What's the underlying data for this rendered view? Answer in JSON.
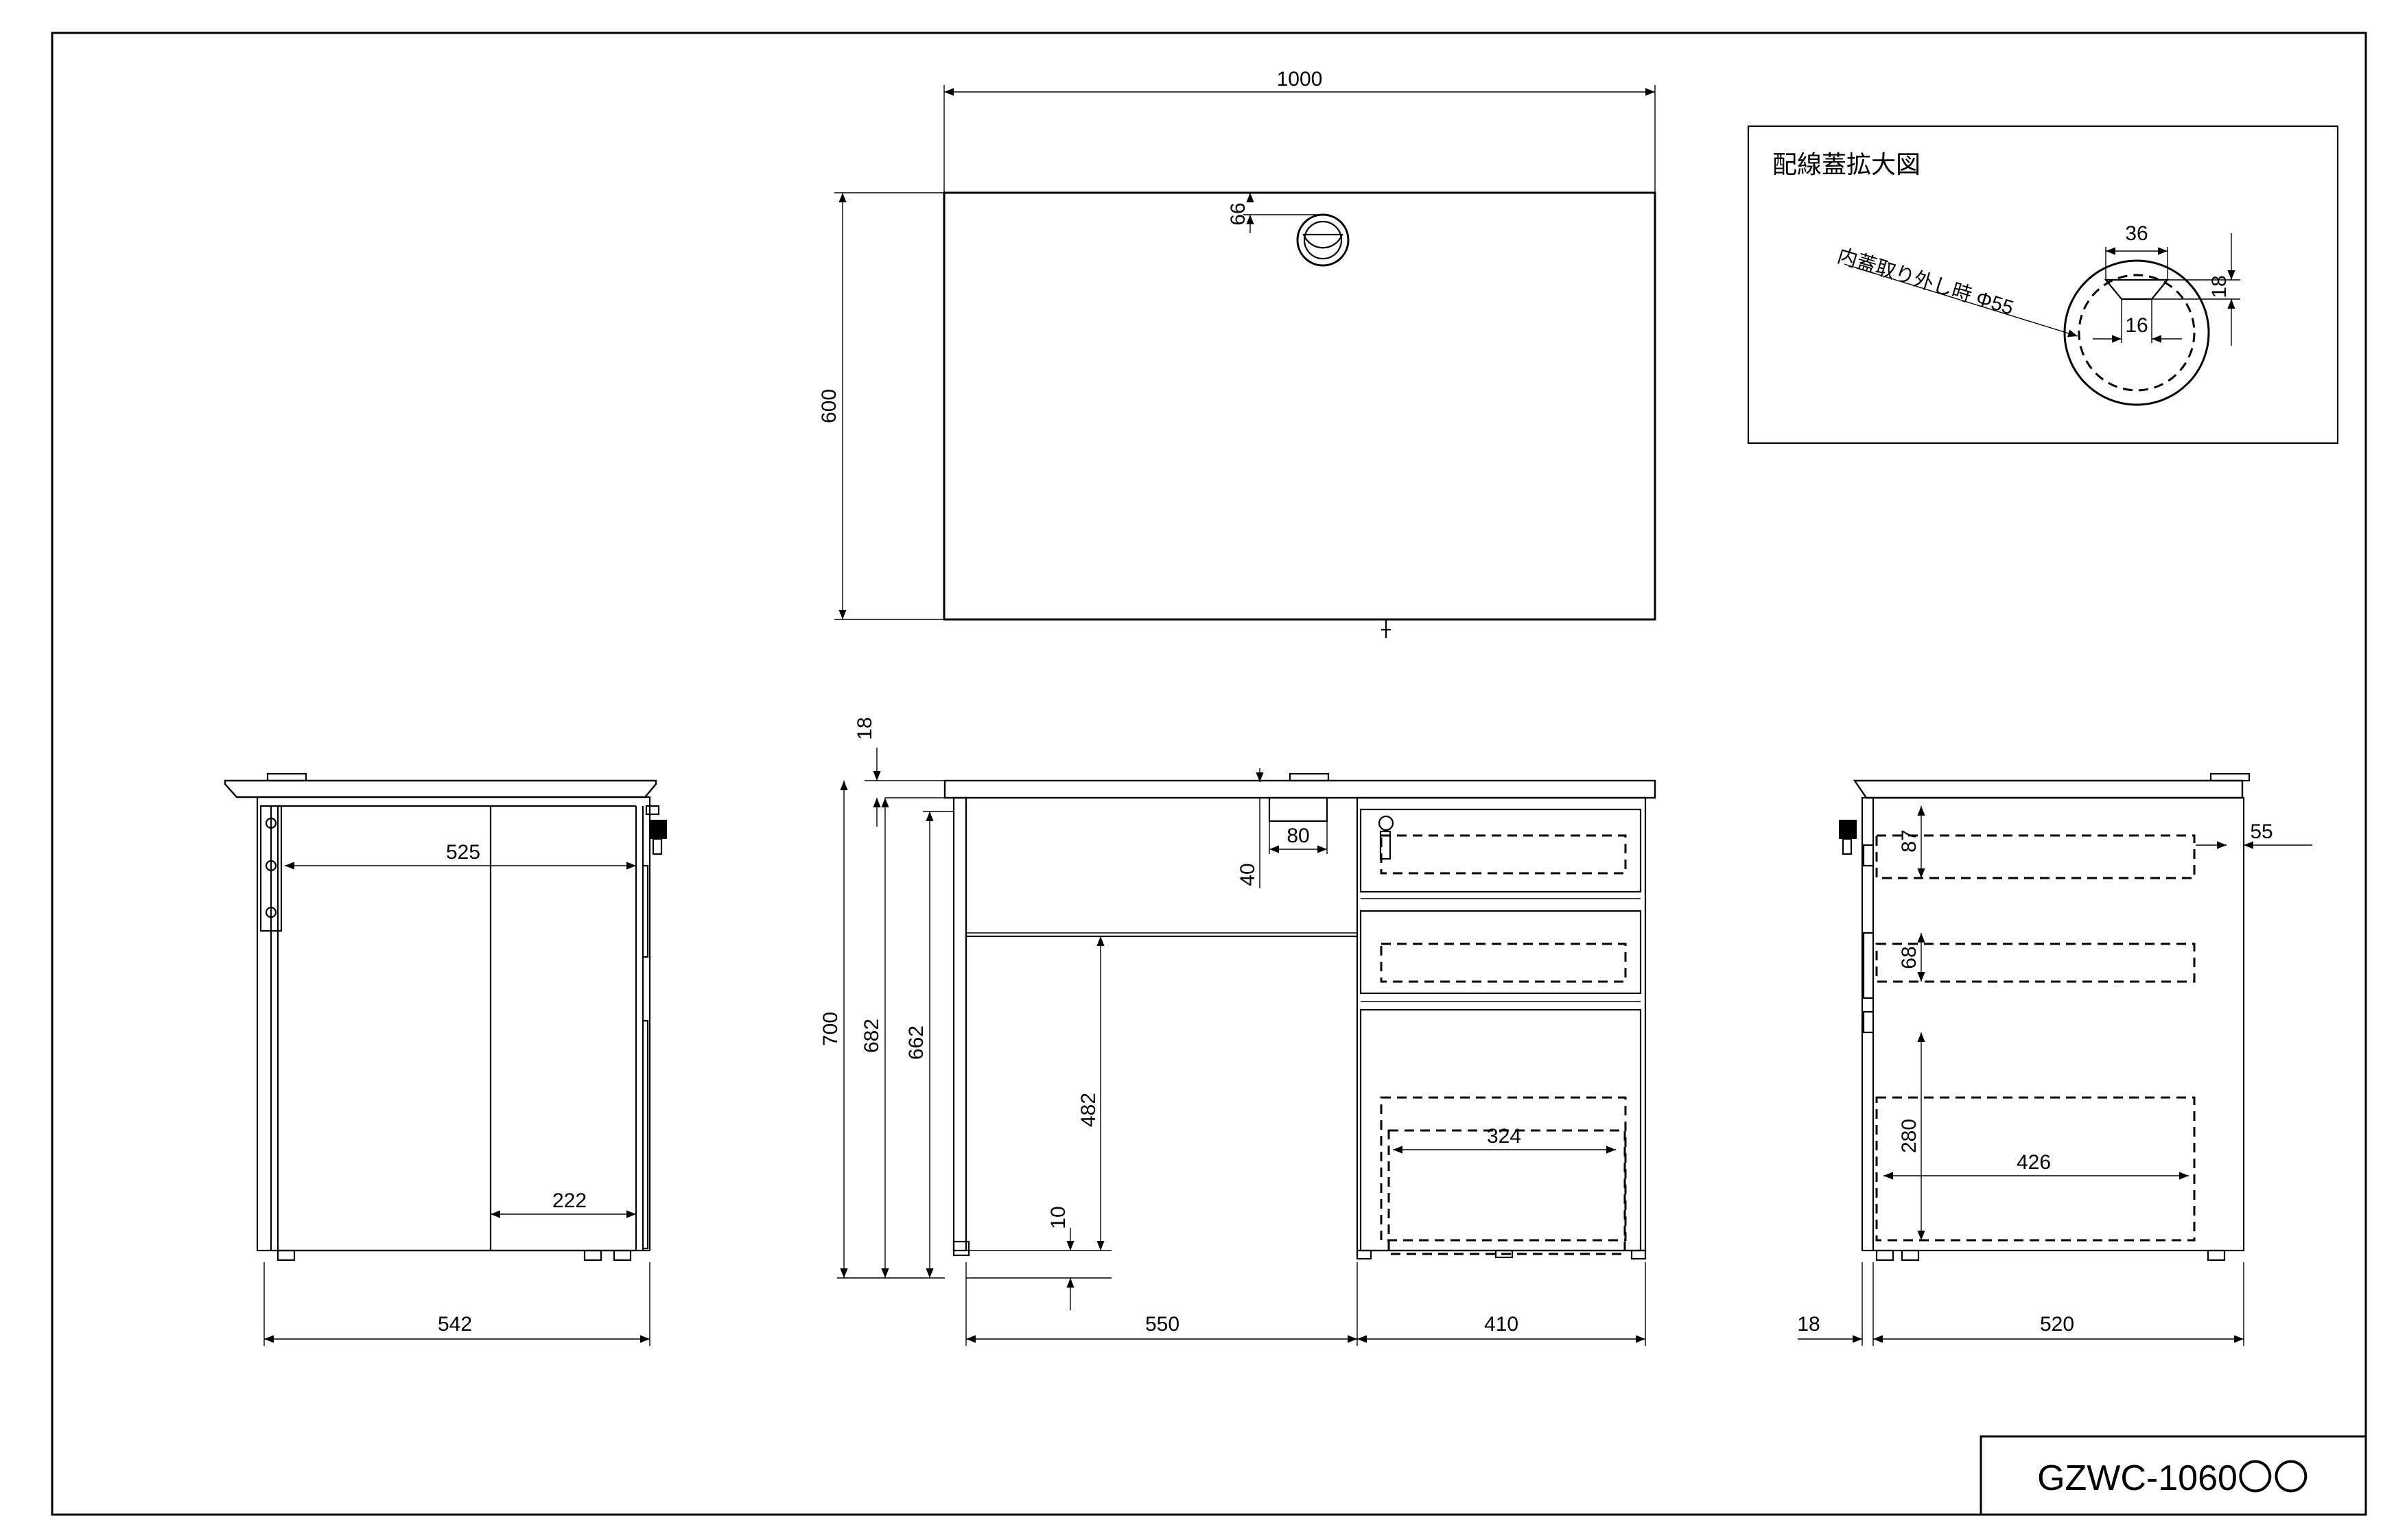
{
  "detail": {
    "title": "配線蓋拡大図",
    "note": "内蓋取り外し時 Φ55",
    "dims": {
      "width": "36",
      "height": "18",
      "inner": "16"
    }
  },
  "top_view": {
    "dims": {
      "width": "1000",
      "depth": "600",
      "hole_offset": "66"
    }
  },
  "left_view": {
    "dims": {
      "inner_width": "525",
      "partial": "222",
      "overall": "542"
    }
  },
  "front_view": {
    "dims": {
      "top_thickness": "18",
      "grommet_width": "80",
      "grommet_depth": "40",
      "height_overall": "700",
      "height_682": "682",
      "height_662": "662",
      "knee_height": "482",
      "foot_gap": "10",
      "drawer_inner": "324",
      "span_left": "550",
      "span_right": "410"
    }
  },
  "right_view": {
    "dims": {
      "drawer1": "87",
      "overhang": "55",
      "drawer2": "68",
      "drawer3": "280",
      "drawer_depth": "426",
      "offset": "18",
      "depth": "520"
    }
  },
  "model": {
    "code": "GZWC-1060〇〇"
  }
}
